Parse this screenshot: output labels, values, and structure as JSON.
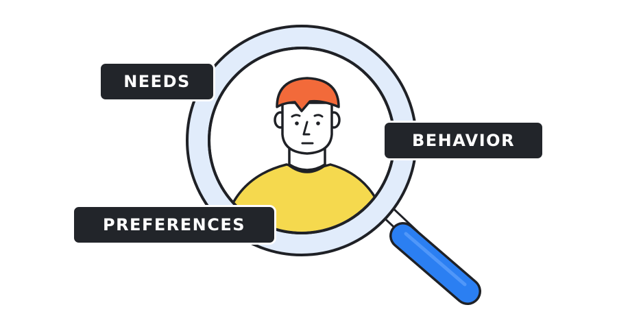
{
  "labels": {
    "needs": "NEEDS",
    "behavior": "BEHAVIOR",
    "preferences": "PREFERENCES"
  },
  "icons": {
    "magnifier": "magnifying-glass-icon",
    "person": "person-icon"
  },
  "colors": {
    "background": "#ffffff",
    "tag_background": "#22252a",
    "tag_text": "#ffffff",
    "outline": "#1f2126",
    "lens_rim": "#e1ecfb",
    "handle": "#2b7ff2",
    "hair": "#f26a3a",
    "shirt": "#f5d94e",
    "skin": "#ffffff"
  }
}
